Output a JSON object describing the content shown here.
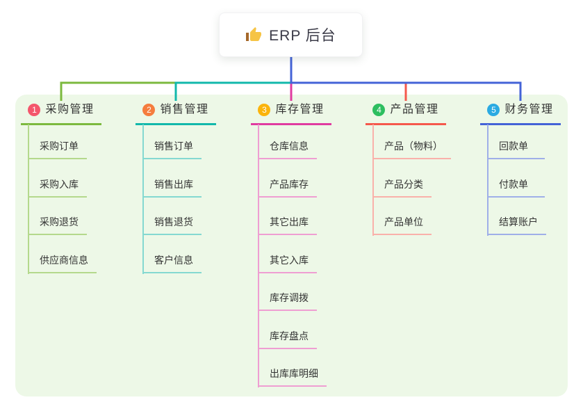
{
  "root": {
    "icon": "thumbs-up",
    "label": "ERP 后台"
  },
  "branches": [
    {
      "badge": "1",
      "label": "采购管理",
      "badge_color": "#f4566c",
      "line_color": "#7cb93e",
      "light_line_color": "#b4d98c",
      "children": [
        "采购订单",
        "采购入库",
        "采购退货",
        "供应商信息"
      ]
    },
    {
      "badge": "2",
      "label": "销售管理",
      "badge_color": "#f57d3e",
      "line_color": "#12b8ab",
      "light_line_color": "#84d9d1",
      "children": [
        "销售订单",
        "销售出库",
        "销售退货",
        "客户信息"
      ]
    },
    {
      "badge": "3",
      "label": "库存管理",
      "badge_color": "#fbb40c",
      "line_color": "#e03ba0",
      "light_line_color": "#ef9ed2",
      "children": [
        "仓库信息",
        "产品库存",
        "其它出库",
        "其它入库",
        "库存调拨",
        "库存盘点",
        "出库库明细"
      ]
    },
    {
      "badge": "4",
      "label": "产品管理",
      "badge_color": "#2dbe60",
      "line_color": "#f5584c",
      "light_line_color": "#f9b1aa",
      "children": [
        "产品（物料）",
        "产品分类",
        "产品单位"
      ]
    },
    {
      "badge": "5",
      "label": "财务管理",
      "badge_color": "#2baae2",
      "line_color": "#4463d7",
      "light_line_color": "#9fafe8",
      "children": [
        "回款单",
        "付款单",
        "结算账户"
      ]
    }
  ],
  "colors": {
    "background": "#ffffff",
    "panel": "#edf8e7",
    "root_text": "#3a3a47",
    "node_text": "#333333",
    "thumb_hand": "#f6c445",
    "thumb_cuff": "#a5682a"
  }
}
